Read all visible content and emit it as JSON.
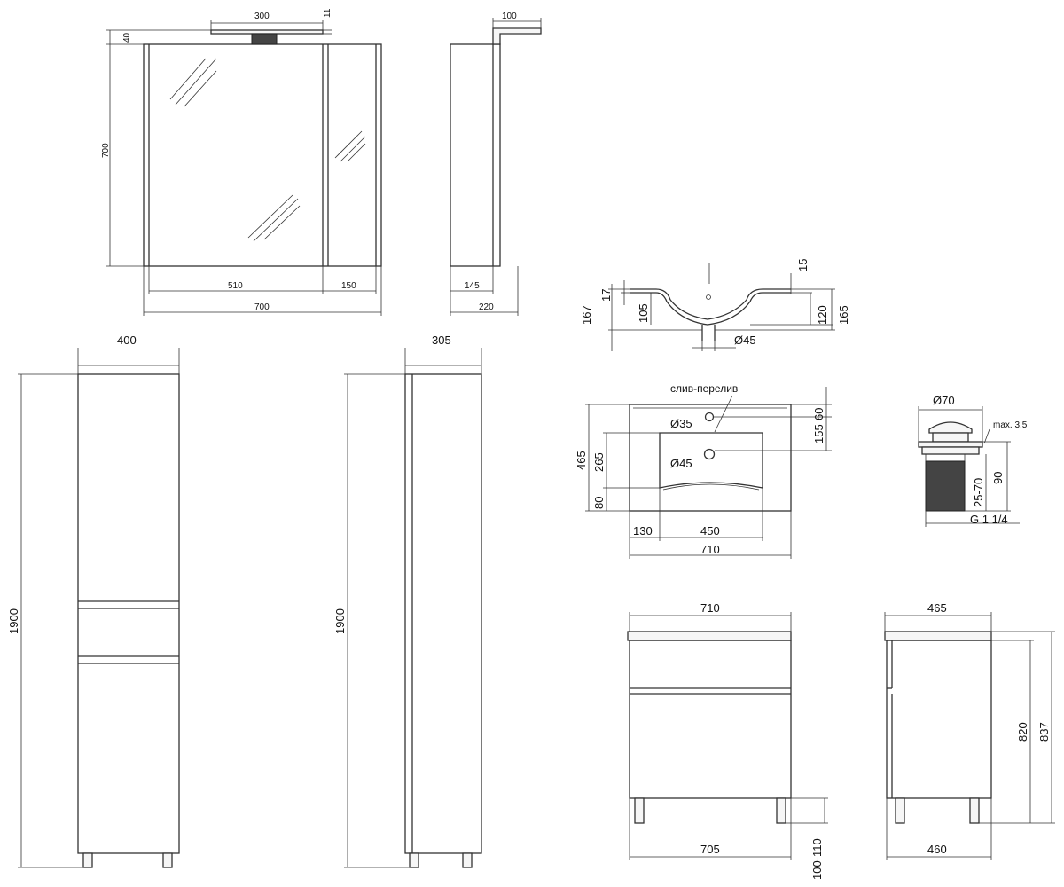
{
  "mirror_cabinet": {
    "lamp_width": "300",
    "lamp_height": "11",
    "lamp_offset": "40",
    "height": "700",
    "mirror_width": "510",
    "side_width": "150",
    "total_width": "700",
    "side_depth_top": "100",
    "side_depth_body": "145",
    "side_depth_total": "220"
  },
  "tall_cabinet": {
    "front_width": "400",
    "front_height": "1900",
    "side_depth": "305",
    "side_height": "1900"
  },
  "basin_section": {
    "h_17": "17",
    "h_167": "167",
    "h_105": "105",
    "h_15": "15",
    "h_120": "120",
    "h_165": "165",
    "drain_diameter": "Ø45"
  },
  "basin_plan": {
    "overflow_label": "слив-перелив",
    "tap_hole": "Ø35",
    "drain_hole": "Ø45",
    "d_60": "60",
    "d_155": "155",
    "d_465": "465",
    "d_265": "265",
    "d_80": "80",
    "d_130": "130",
    "d_450": "450",
    "d_710": "710"
  },
  "drain_valve": {
    "cap_diameter": "Ø70",
    "max_gap": "max. 3,5",
    "height": "90",
    "range": "25-70",
    "thread": "G 1 1/4"
  },
  "vanity_front": {
    "top_width": "710",
    "base_width": "705",
    "leg_height": "100-110"
  },
  "vanity_side": {
    "top_depth": "465",
    "base_depth": "460",
    "height_body": "820",
    "height_total": "837"
  }
}
